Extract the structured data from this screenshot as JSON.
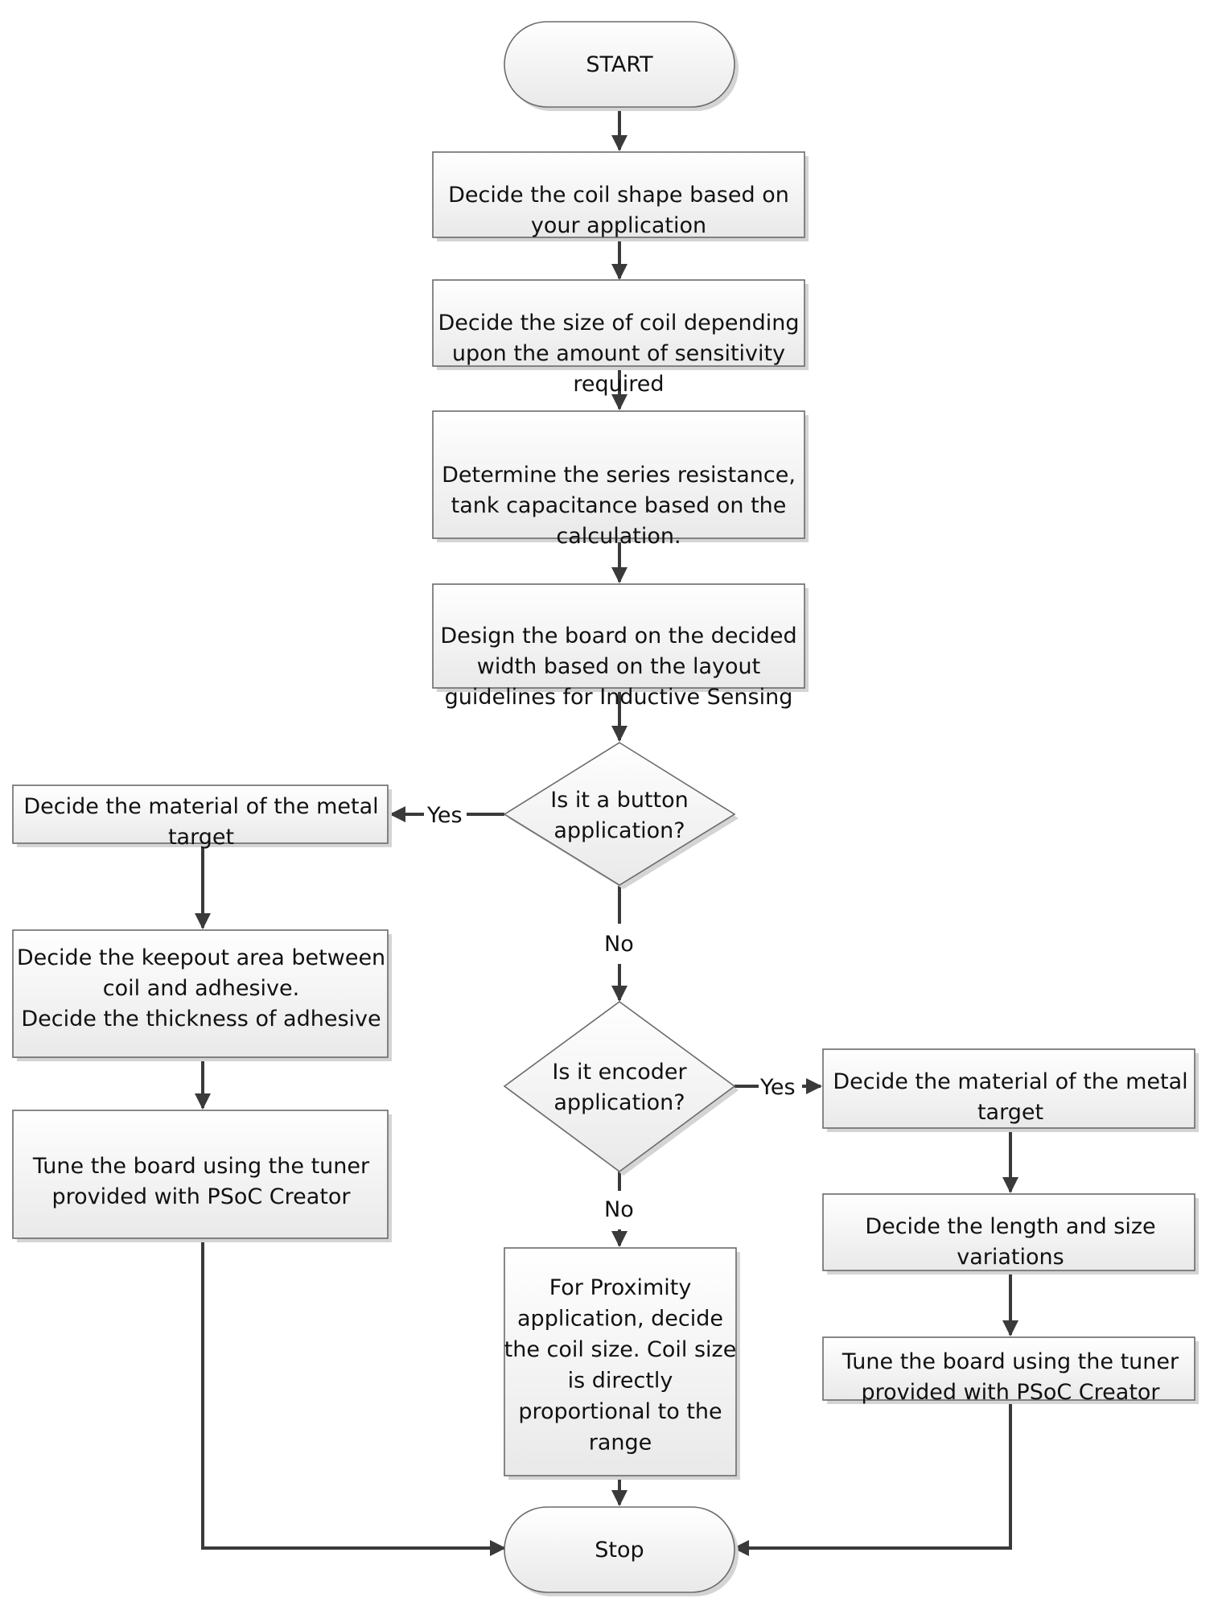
{
  "nodes": {
    "start": {
      "lines": [
        "START"
      ]
    },
    "coil_shape": {
      "lines": [
        "Decide the coil shape based on",
        "your application"
      ]
    },
    "coil_size": {
      "lines": [
        "Decide the size of coil depending",
        "upon the amount of sensitivity",
        "required"
      ]
    },
    "resistance": {
      "lines": [
        "Determine the series resistance,",
        "tank capacitance based on the",
        "calculation."
      ]
    },
    "design_board": {
      "lines": [
        "Design the board on the decided",
        "width based on the layout",
        "guidelines for Inductive Sensing"
      ]
    },
    "is_button": {
      "lines": [
        "Is it a button",
        "application?"
      ]
    },
    "button_material": {
      "lines": [
        "Decide the material of the metal",
        "target"
      ]
    },
    "keepout": {
      "lines": [
        "Decide the keepout area between",
        "coil and adhesive.",
        "Decide the thickness of adhesive"
      ]
    },
    "tune_left": {
      "lines": [
        "Tune the board using the tuner",
        "provided with PSoC Creator"
      ]
    },
    "is_encoder": {
      "lines": [
        "Is it encoder",
        "application?"
      ]
    },
    "encoder_material": {
      "lines": [
        "Decide the material of the metal",
        "target"
      ]
    },
    "length_size": {
      "lines": [
        "Decide the length and size",
        "variations"
      ]
    },
    "tune_right": {
      "lines": [
        "Tune the board using the tuner",
        "provided with PSoC Creator"
      ]
    },
    "proximity": {
      "lines": [
        "For Proximity",
        "application, decide",
        "the coil size. Coil size",
        "is directly",
        "proportional to the",
        "range"
      ]
    },
    "stop": {
      "lines": [
        "Stop"
      ]
    }
  },
  "edges": {
    "button_yes": "Yes",
    "button_no": "No",
    "encoder_yes": "Yes",
    "encoder_no": "No"
  },
  "colors": {
    "box_fill_top": "#ffffff",
    "box_fill_bottom": "#e9e9e9",
    "border": "#6b6b6b",
    "shadow": "#d4d4d4",
    "connector": "#3a3a3a",
    "text": "#111111"
  }
}
